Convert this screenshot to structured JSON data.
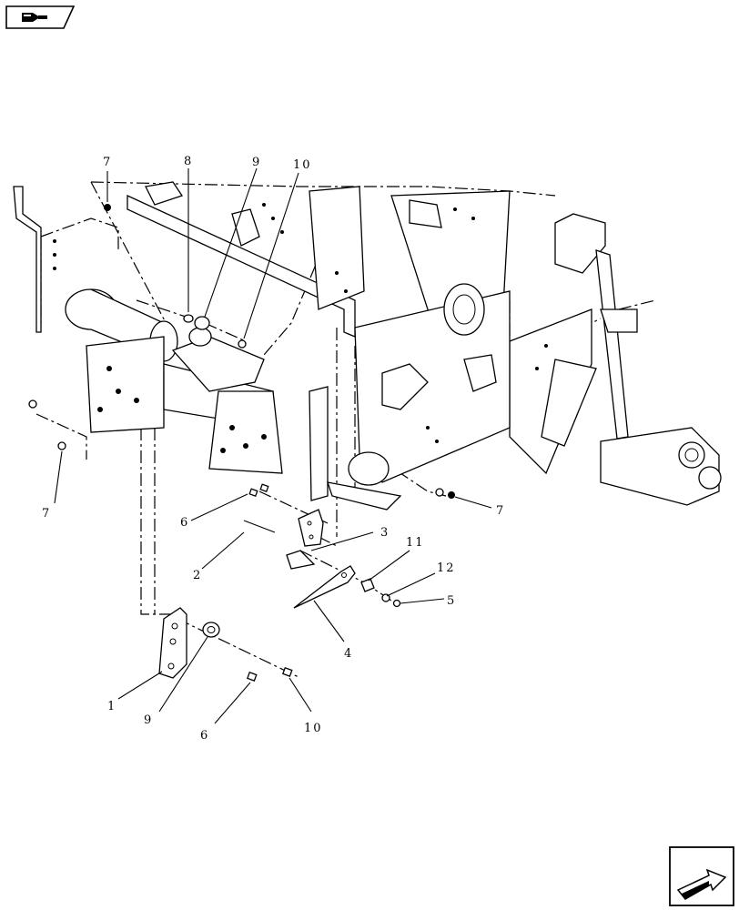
{
  "diagram": {
    "callouts": [
      {
        "id": "c7a",
        "text": "7"
      },
      {
        "id": "c8",
        "text": "8"
      },
      {
        "id": "c9a",
        "text": "9"
      },
      {
        "id": "c10a",
        "text": "10"
      },
      {
        "id": "c7b",
        "text": "7"
      },
      {
        "id": "c6a",
        "text": "6"
      },
      {
        "id": "c2",
        "text": "2"
      },
      {
        "id": "c3",
        "text": "3"
      },
      {
        "id": "c7c",
        "text": "7"
      },
      {
        "id": "c11",
        "text": "11"
      },
      {
        "id": "c12",
        "text": "12"
      },
      {
        "id": "c5",
        "text": "5"
      },
      {
        "id": "c4",
        "text": "4"
      },
      {
        "id": "c1",
        "text": "1"
      },
      {
        "id": "c9b",
        "text": "9"
      },
      {
        "id": "c6b",
        "text": "6"
      },
      {
        "id": "c10b",
        "text": "10"
      }
    ]
  },
  "icons": {
    "top_left": "previous-page-arrow-icon",
    "bottom_right": "next-page-arrow-icon"
  }
}
